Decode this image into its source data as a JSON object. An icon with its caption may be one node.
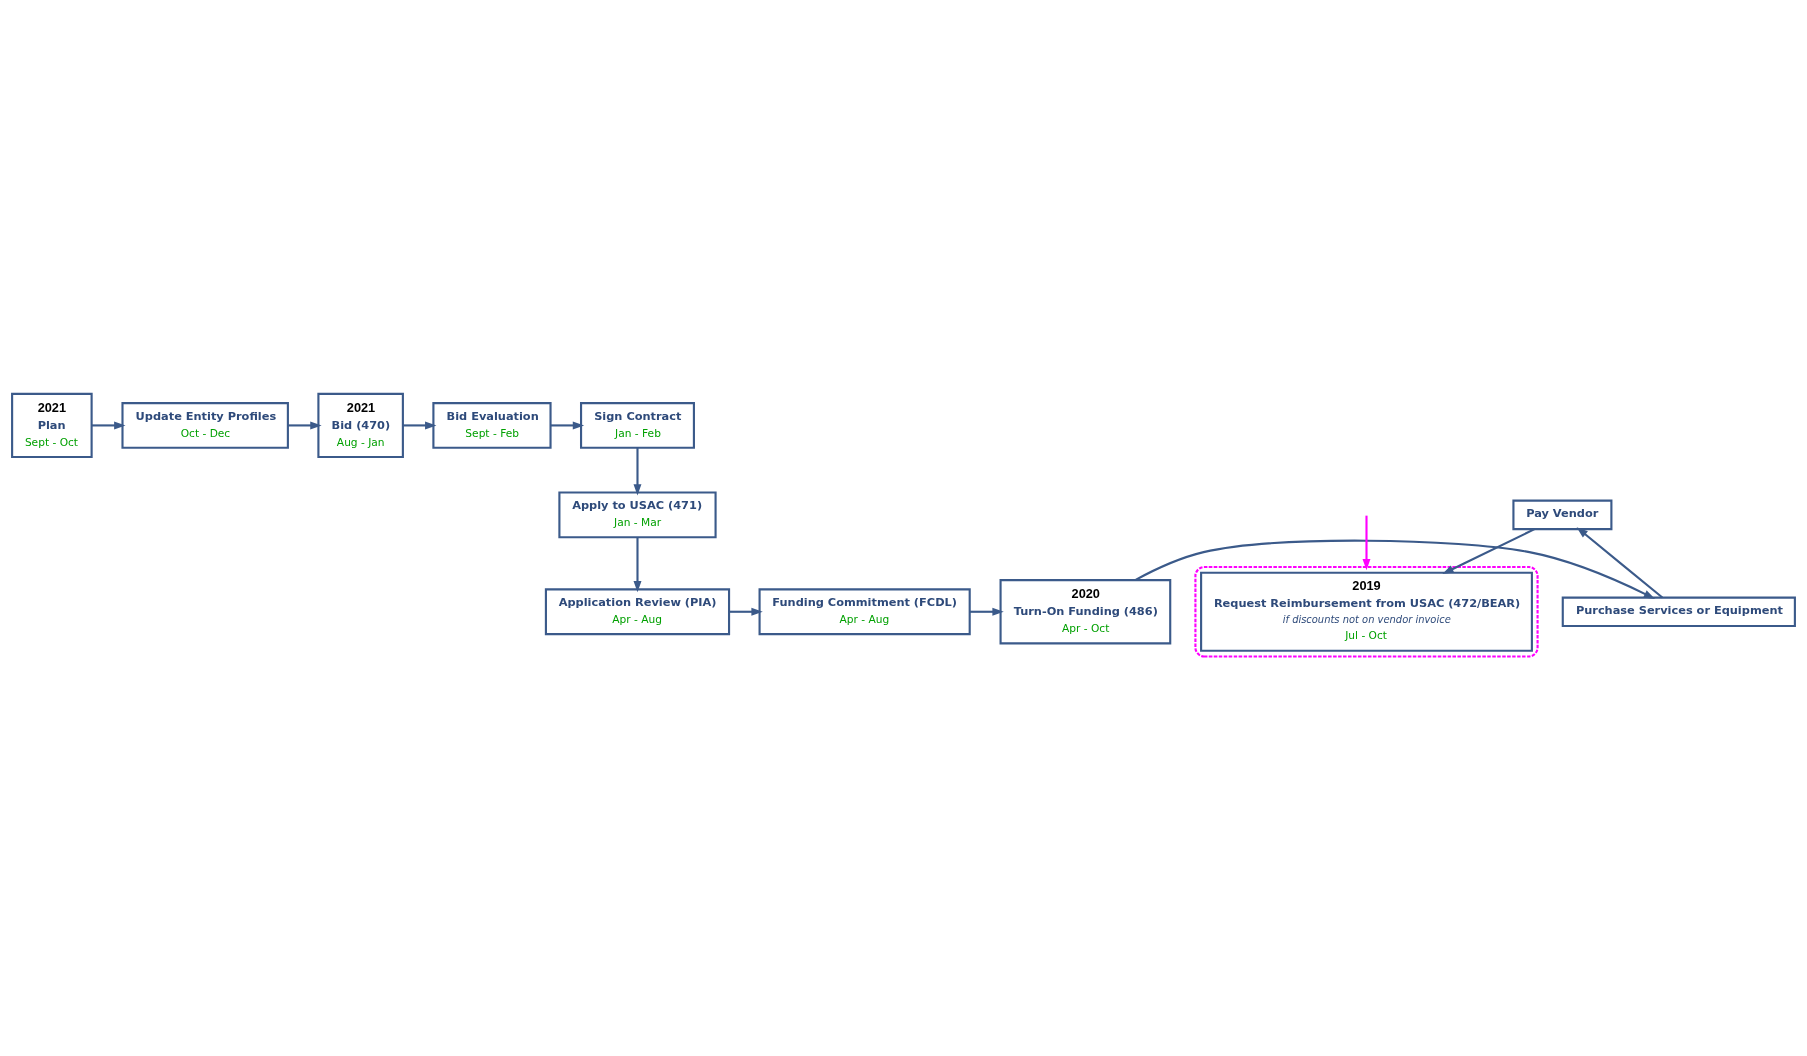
{
  "diagram": {
    "nodes": [
      {
        "text": [
          "2021",
          "Plan",
          "Sept - Oct"
        ]
      },
      {
        "text": [
          "Update Entity Profiles",
          "Oct - Dec"
        ]
      },
      {
        "text": [
          "2021",
          "Bid (470)",
          "Aug - Jan"
        ]
      },
      {
        "text": [
          "Bid Evaluation",
          "Sept - Feb"
        ]
      },
      {
        "text": [
          "Sign Contract",
          "Jan - Feb"
        ]
      },
      {
        "text": [
          "Pay Vendor"
        ]
      },
      {
        "text": [],
        "shape": "box"
      },
      {
        "text": [
          "2019",
          "Request Reimbursement from USAC (472/BEAR)",
          "if discounts not on vendor invoice",
          "Jul - Oct"
        ],
        "in": 6
      },
      {
        "text": [
          "Apply to USAC (471)",
          "Jan - Mar"
        ]
      },
      {
        "text": [
          "Purchase Services or Equipment"
        ]
      },
      {
        "text": [
          "2020",
          "Turn-On Funding (486)",
          "Apr - Oct"
        ]
      },
      {
        "text": [
          "Funding Commitment (FCDL)",
          "Apr - Aug"
        ]
      },
      {
        "text": [
          "Application Review (PIA)",
          "Apr - Aug"
        ]
      }
    ],
    "edges": [
      {
        "from": 0,
        "to": 1,
        "arrow": "to"
      },
      {
        "from": 1,
        "to": 2,
        "arrow": "to"
      },
      {
        "from": 2,
        "to": 3,
        "arrow": "to"
      },
      {
        "from": 3,
        "to": 4,
        "arrow": "to"
      },
      {
        "from": 4,
        "to": 8,
        "arrow": "to"
      },
      {
        "from": 8,
        "to": 12,
        "arrow": "to"
      },
      {
        "from": 12,
        "to": 11,
        "arrow": "to"
      },
      {
        "from": 11,
        "to": 10,
        "arrow": "to"
      },
      {
        "from": 10,
        "to": 9,
        "arrow": "to"
      },
      {
        "from": 9,
        "to": 5,
        "arrow": "to"
      },
      {
        "from": 5,
        "to": 7,
        "arrow": "to"
      },
      {
        "from": null,
        "to": 6,
        "arrow": "to",
        "color": "#ff00ff"
      }
    ]
  }
}
